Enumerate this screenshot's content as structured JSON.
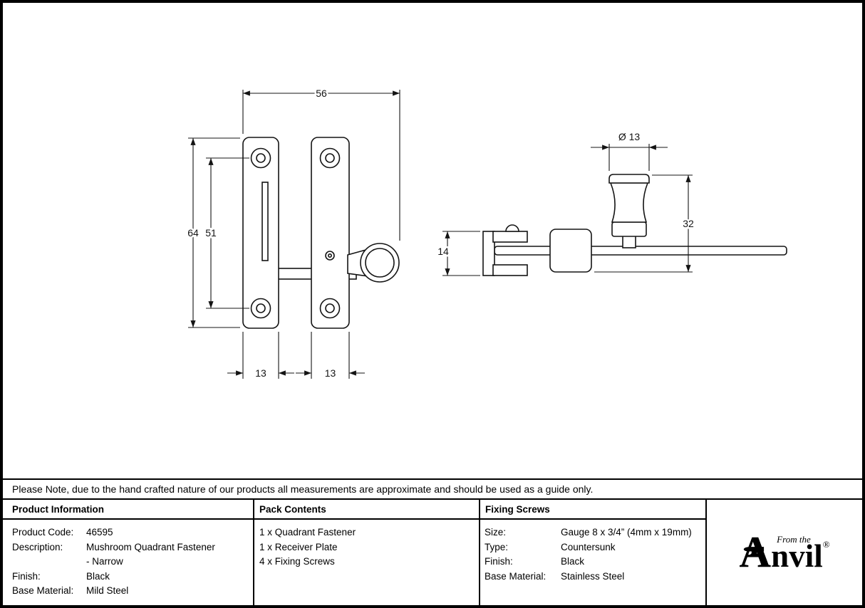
{
  "note": "Please Note, due to the hand crafted nature of our products all measurements are approximate and should be used as a guide only.",
  "drawing": {
    "front_view": {
      "dim_width": "56",
      "dim_height_outer": "64",
      "dim_height_holes": "51",
      "dim_left_plate_width": "13",
      "dim_right_plate_width": "13"
    },
    "side_view": {
      "dim_knob_diameter": "Ø 13",
      "dim_plate_height": "14",
      "dim_knob_height": "32"
    }
  },
  "table": {
    "product_information": {
      "header": "Product Information",
      "rows": [
        {
          "label": "Product Code:",
          "value": "46595"
        },
        {
          "label": "Description:",
          "value": "Mushroom Quadrant Fastener\n- Narrow"
        },
        {
          "label": "Finish:",
          "value": "Black"
        },
        {
          "label": "Base Material:",
          "value": "Mild Steel"
        }
      ]
    },
    "pack_contents": {
      "header": "Pack Contents",
      "items": [
        "1 x Quadrant Fastener",
        "1 x Receiver Plate",
        "4 x Fixing Screws"
      ]
    },
    "fixing_screws": {
      "header": "Fixing Screws",
      "rows": [
        {
          "label": "Size:",
          "value": "Gauge 8 x 3/4” (4mm x 19mm)"
        },
        {
          "label": "Type:",
          "value": "Countersunk"
        },
        {
          "label": "Finish:",
          "value": "Black"
        },
        {
          "label": "Base Material:",
          "value": "Stainless Steel"
        }
      ]
    }
  },
  "logo": {
    "tagline": "From the",
    "brand_initial": "A",
    "brand_rest": "nvil",
    "registered": "®"
  }
}
